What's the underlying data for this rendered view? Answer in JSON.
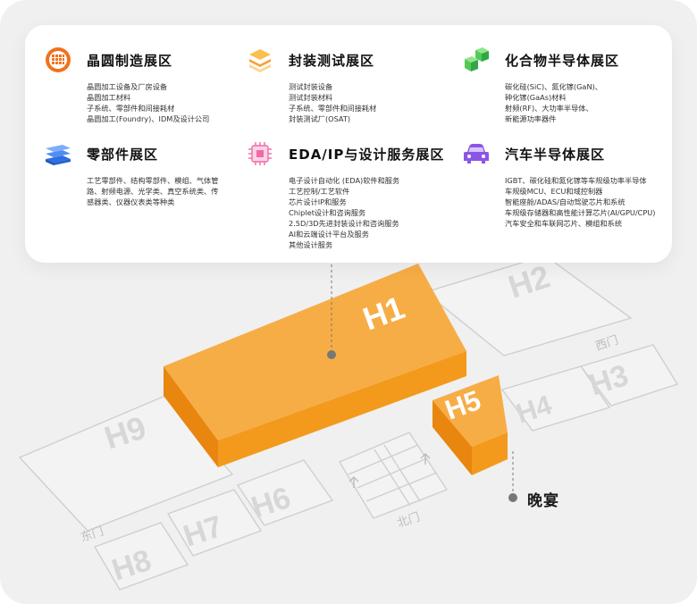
{
  "zones": [
    {
      "icon": "wafer-icon",
      "title": "晶圆制造展区",
      "items": [
        "晶圆加工设备及厂房设备",
        "晶圆加工材料",
        "子系统、零部件和间接耗材",
        "晶圆加工(Foundry)、IDM及设计公司"
      ]
    },
    {
      "icon": "layers-package-icon",
      "title": "封装测试展区",
      "items": [
        "测试封装设备",
        "测试封装材料",
        "子系统、零部件和间接耗材",
        "封装测试厂(OSAT)"
      ]
    },
    {
      "icon": "compound-cubes-icon",
      "title": "化合物半导体展区",
      "items": [
        "碳化硅(SiC)、氮化镓(GaN)、",
        "砷化镓(GaAs)材料",
        "射频(RF)、大功率半导体、",
        "新能源功率器件"
      ]
    },
    {
      "icon": "stacked-parts-icon",
      "title": "零部件展区",
      "items": [
        "工艺零部件、结构零部件、模组、气体管",
        "路、射频电源、光学类、真空系统类、传",
        "感器类、仪器仪表类等种类"
      ]
    },
    {
      "icon": "chip-icon",
      "title": "EDA/IP与设计服务展区",
      "items": [
        "电子设计自动化 (EDA)软件和服务",
        "工艺控制/工艺软件",
        "芯片设计IP和服务",
        "Chiplet设计和咨询服务",
        "2.5D/3D先进封装设计和咨询服务",
        "AI和云端设计平台及服务",
        "其他设计服务"
      ]
    },
    {
      "icon": "car-icon",
      "title": "汽车半导体展区",
      "items": [
        "IGBT、碳化硅和氮化镓等车规级功率半导体",
        "车规级MCU、ECU和域控制器",
        "智能座舱/ADAS/自动驾驶芯片和系统",
        "车规级存储器和高性能计算芯片(AI/GPU/CPU)",
        "汽车安全和车联网芯片、模组和系统"
      ]
    }
  ],
  "halls": {
    "h1": "H1",
    "h2": "H2",
    "h3": "H3",
    "h4": "H4",
    "h5": "H5",
    "h6": "H6",
    "h7": "H7",
    "h8": "H8",
    "h9": "H9"
  },
  "gates": {
    "west": "西门",
    "east": "东门",
    "north": "北门"
  },
  "dinner": "晚宴",
  "colors": {
    "orange_top": "#f7ad46",
    "orange_front": "#f39a1c",
    "orange_side": "#e8860f",
    "outline": "#cfcfcf",
    "map_bg": "#f0f0f0"
  }
}
